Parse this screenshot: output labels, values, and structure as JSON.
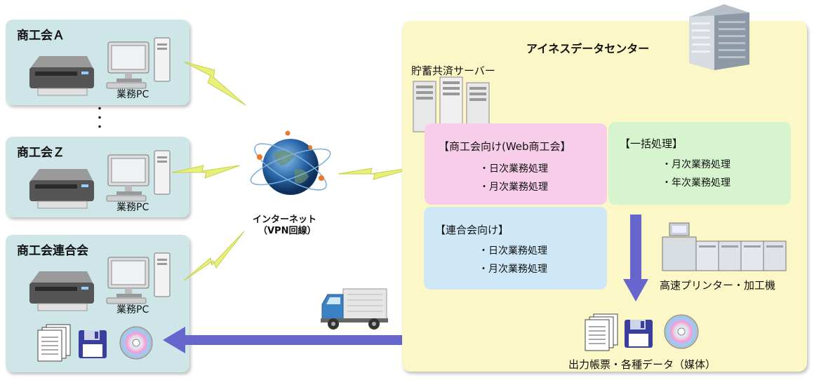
{
  "offices": [
    {
      "name": "商工会Ａ",
      "pc_label": "業務PC"
    },
    {
      "name": "商工会Ｚ",
      "pc_label": "業務PC"
    },
    {
      "name": "商工会連合会",
      "pc_label": "業務PC"
    }
  ],
  "ellipsis": "・\n・\n・",
  "internet": {
    "line1": "インターネット",
    "line2": "（VPN回線）"
  },
  "datacenter": {
    "title": "アイネスデータセンター",
    "server_label": "貯蓄共済サーバー",
    "box_web": {
      "title": "【商工会向け(Web商工会】",
      "items": [
        "・日次業務処理",
        "・月次業務処理"
      ]
    },
    "box_batch": {
      "title": "【一括処理】",
      "items": [
        "・月次業務処理",
        "・年次業務処理"
      ]
    },
    "box_federation": {
      "title": "【連合会向け】",
      "items": [
        "・日次業務処理",
        "・月次業務処理"
      ]
    },
    "printer_label": "高速プリンター・加工機",
    "output_label": "出力帳票・各種データ（媒体）"
  },
  "colors": {
    "office_panel": "#cfe6e8",
    "dc_panel": "#fcf7c6",
    "box_web": "#f7cdea",
    "box_batch": "#d6f5cf",
    "box_federation": "#cfe8f7",
    "arrow": "#6666cc",
    "lightning": "#e8f07a"
  }
}
